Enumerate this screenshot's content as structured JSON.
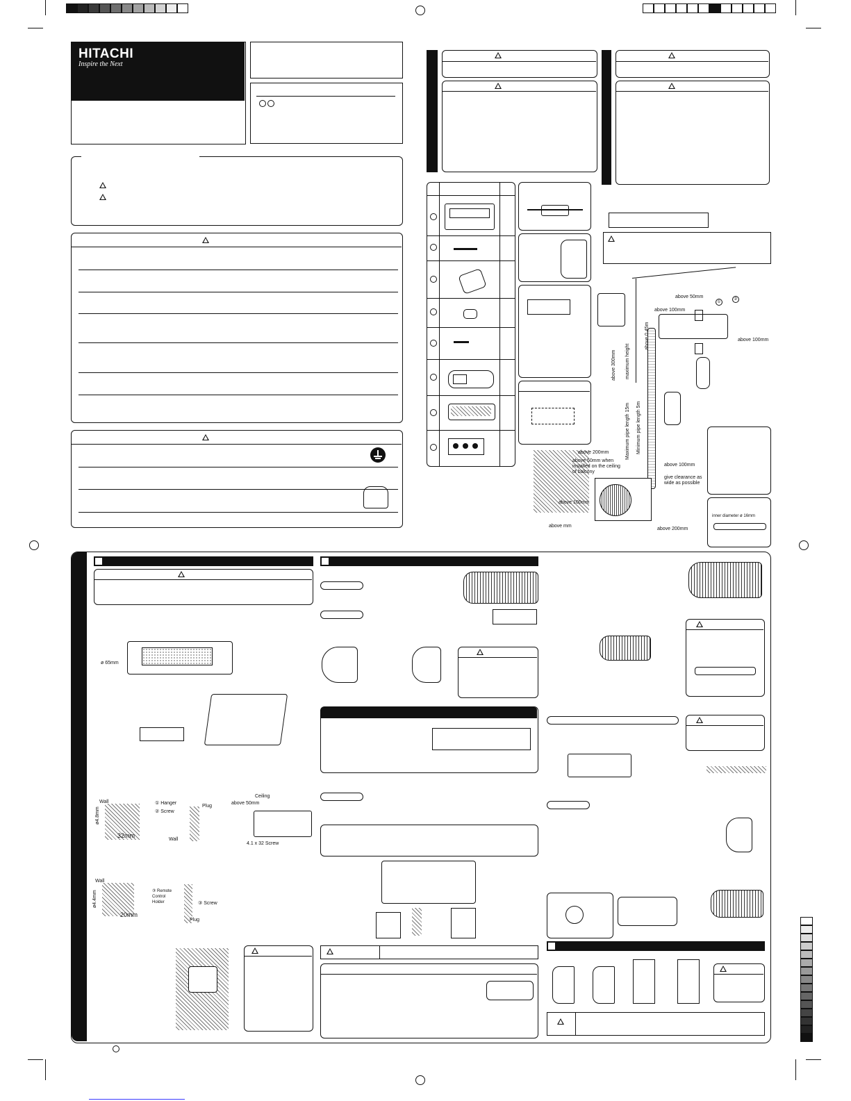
{
  "brand": {
    "name": "HITACHI",
    "tagline": "Inspire the Next"
  },
  "colors": {
    "ink": "#111111",
    "paper": "#ffffff",
    "swatch_grey": "#888888"
  },
  "registration": {
    "left_swatches": [
      "#111111",
      "#222222",
      "#3a3a3a",
      "#555555",
      "#6e6e6e",
      "#888888",
      "#a2a2a2",
      "#bbbbbb",
      "#d4d4d4",
      "#eeeeee",
      "#ffffff"
    ],
    "right_swatches": [
      "#ffffff",
      "#ffffff",
      "#ffffff",
      "#ffffff",
      "#ffffff",
      "#ffffff",
      "#111111",
      "#ffffff",
      "#ffffff",
      "#ffffff",
      "#ffffff",
      "#ffffff"
    ],
    "side_swatches": [
      "#ffffff",
      "#eeeeee",
      "#dddddd",
      "#cccccc",
      "#bbbbbb",
      "#aaaaaa",
      "#999999",
      "#888888",
      "#777777",
      "#666666",
      "#555555",
      "#444444",
      "#333333",
      "#222222",
      "#111111"
    ]
  },
  "labels": {
    "above_50mm": "above 50mm",
    "above_100mm": "above 100mm",
    "above_0_45m": "above 0.45m",
    "above_300mm": "above 300mm",
    "max_length": "Maximum pipe length 15m",
    "min_length": "Minimum pipe length 5m",
    "max_height": "maximum height",
    "above_200mm": "above 200mm",
    "balcony": "above 50mm when installed on the ceiling of balcony",
    "above_mm": "above      mm",
    "give_clearance": "give clearance as wide as possible",
    "inner_diameter": "inner diameter ø 16mm",
    "dia_65": "ø 65mm",
    "wall": "Wall",
    "dia_4_8": "ø4.8mm",
    "dim_32": "32mm",
    "hanger": "① Hanger",
    "screw": "② Screw",
    "plug": "Plug",
    "ceiling": "Ceiling",
    "screw_spec": "4.1 x 32 Screw",
    "dia_4_4": "ø4.4mm",
    "dim_20": "20mm",
    "remote_holder": "③ Remote Control Holder",
    "screw3": "③ Screw",
    "circle1": "①",
    "circle2": "②"
  }
}
